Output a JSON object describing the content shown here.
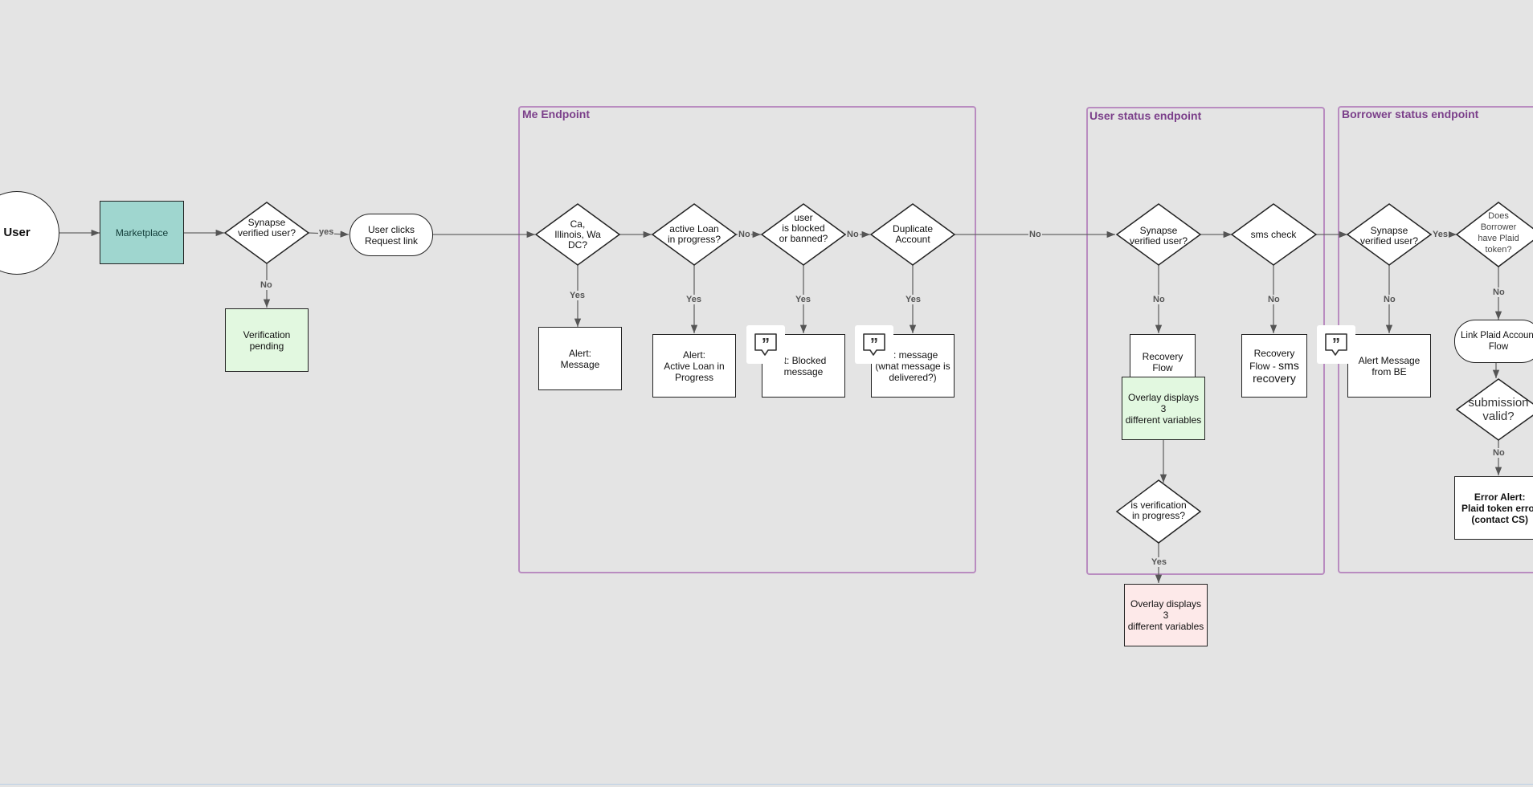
{
  "groups": {
    "me": "Me Endpoint",
    "user_status": "User status endpoint",
    "borrower_status": "Borrower status endpoint"
  },
  "nodes": {
    "user": "User",
    "marketplace": "Marketplace",
    "synapse1": "Synapse\nverified user?",
    "verification_pending": "Verification\npending",
    "request_link": "User clicks\nRequest link",
    "states": "Ca,\nIllinois, Wa\nDC?",
    "alert_message": "Alert:\nMessage",
    "active_loan_q": "active Loan\nin progress?",
    "active_loan_alert": "Alert:\nActive Loan in\nProgress",
    "blocked_q": "user\nis blocked\nor banned?",
    "blocked_alert": "rt: Blocked\nmessage",
    "duplicate_q": "Duplicate\nAccount",
    "duplicate_alert": "rt: message\n(what message is\ndelivered?)",
    "synapse2": "Synapse\nverified user?",
    "recovery_flow": "Recovery\nFlow",
    "overlay_green": "Overlay displays 3\ndifferent variables",
    "verification_q": "is verification\nin progress?",
    "overlay_pink": "Overlay displays 3\ndifferent variables",
    "sms_check": "sms check",
    "recovery_sms_a": "Recovery\nFlow - ",
    "recovery_sms_b": "sms\nrecovery",
    "synapse3": "Synapse\nverified user?",
    "alert_be": "Alert Message\nfrom BE",
    "plaid_token_q": "Does\nBorrower\nhave Plaid\ntoken?",
    "link_plaid": "Link Plaid Account\nFlow",
    "submission_q": "submission\nvalid?",
    "error_alert": "Error Alert:\nPlaid token error\n(contact CS)"
  },
  "edge_labels": {
    "yes_request": "yes",
    "no_pending": "No",
    "yes_states": "Yes",
    "yes_active": "Yes",
    "no_active": "No",
    "yes_blocked": "Yes",
    "no_blocked": "No",
    "yes_duplicate": "Yes",
    "no_duplicate": "No",
    "no_synapse2": "No",
    "yes_verification": "Yes",
    "no_sms": "No",
    "no_synapse3": "No",
    "yes_synapse3": "Yes",
    "no_plaid": "No",
    "no_submission": "No"
  },
  "colors": {
    "group_border": "#b98cc0",
    "group_title": "#7b3f8a",
    "teal_fill": "#9fd6cf",
    "green_fill": "#e2f8e0",
    "pink_fill": "#fde9e9",
    "arrow": "#555555",
    "background": "#e4e4e4"
  }
}
